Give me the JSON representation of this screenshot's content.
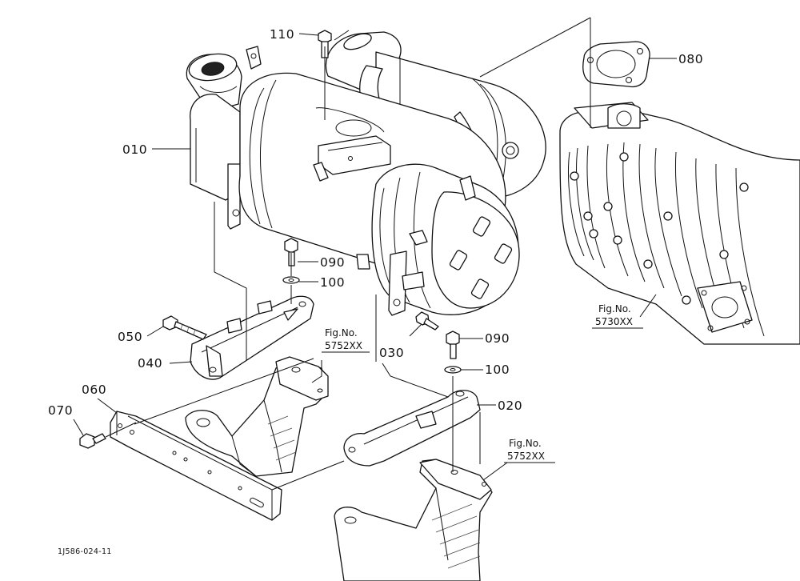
{
  "diagram": {
    "parts": {
      "p010": "010",
      "p020": "020",
      "p030": "030",
      "p040": "040",
      "p050": "050",
      "p060": "060",
      "p070": "070",
      "p080": "080",
      "p090a": "090",
      "p090b": "090",
      "p100a": "100",
      "p100b": "100",
      "p110": "110"
    },
    "figure_refs": [
      {
        "label": "Fig.No.",
        "number": "5752XX"
      },
      {
        "label": "Fig.No.",
        "number": "5730XX"
      },
      {
        "label": "Fig.No.",
        "number": "5752XX"
      }
    ],
    "drawing_code": "1J586-024-11"
  }
}
